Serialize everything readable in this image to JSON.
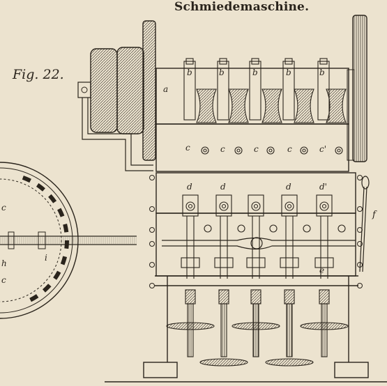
{
  "title": "Schmiedemaschine.",
  "figure_label": "Fig. 22.",
  "labels": {
    "a": "a",
    "b": "b",
    "c": "c",
    "c_prime": "c'",
    "d": "d",
    "d_prime": "d'",
    "e": "e",
    "f": "f",
    "h": "h",
    "i": "i"
  },
  "colors": {
    "paper": "#ece3cf",
    "ink": "#2a241c"
  }
}
